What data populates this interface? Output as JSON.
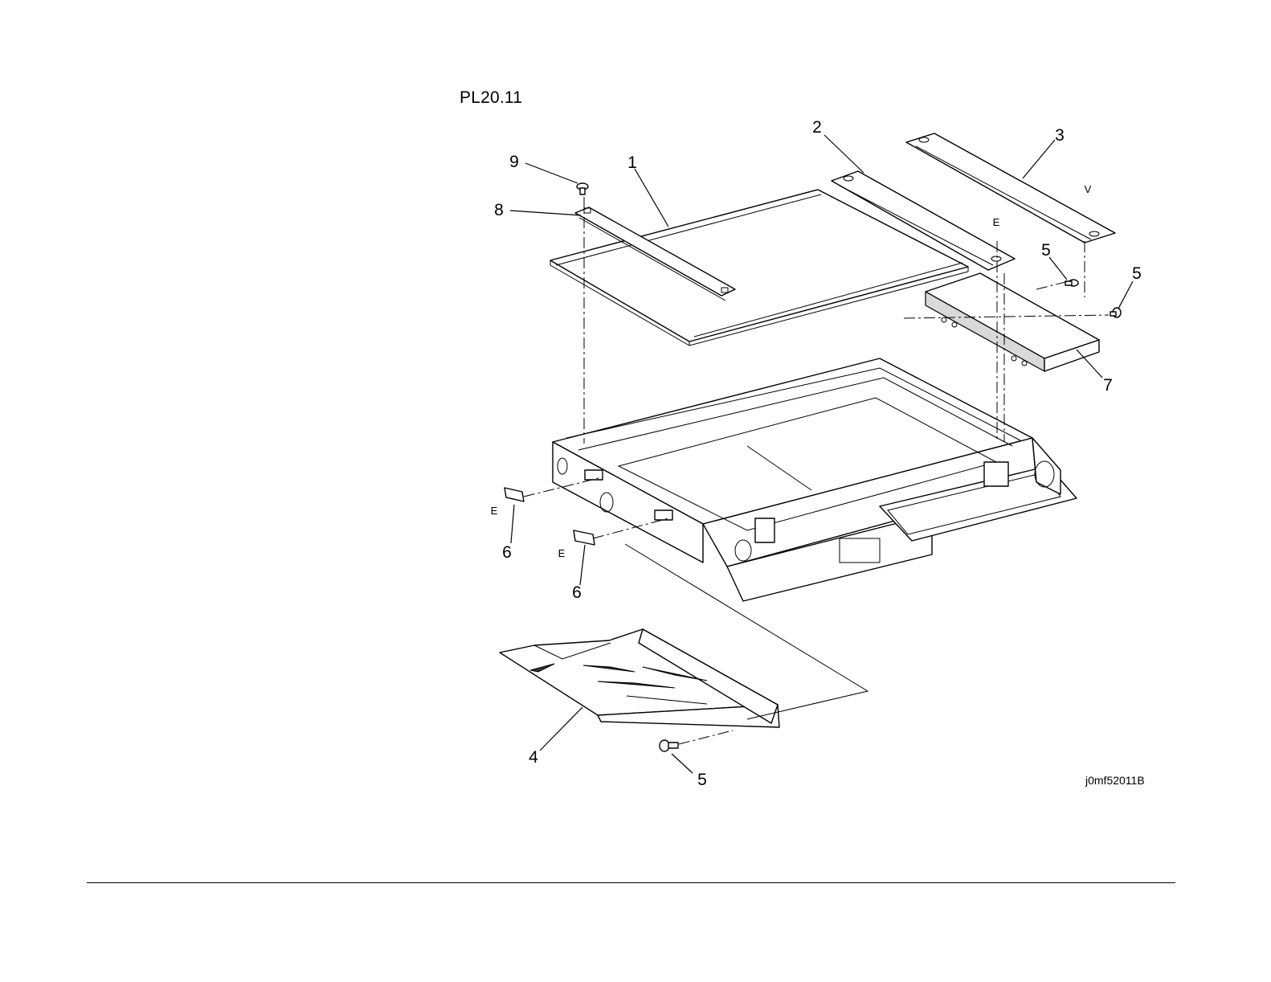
{
  "header": {
    "title": "PL20.11"
  },
  "figure": {
    "id": "j0mf52011B"
  },
  "callouts": {
    "c1": "1",
    "c2": "2",
    "c3": "3",
    "c4": "4",
    "c5a": "5",
    "c5b": "5",
    "c5c": "5",
    "c6a": "6",
    "c6b": "6",
    "c7": "7",
    "c8": "8",
    "c9": "9"
  },
  "markers": {
    "e1": "E",
    "e2": "E",
    "e3": "E",
    "v": "V"
  }
}
